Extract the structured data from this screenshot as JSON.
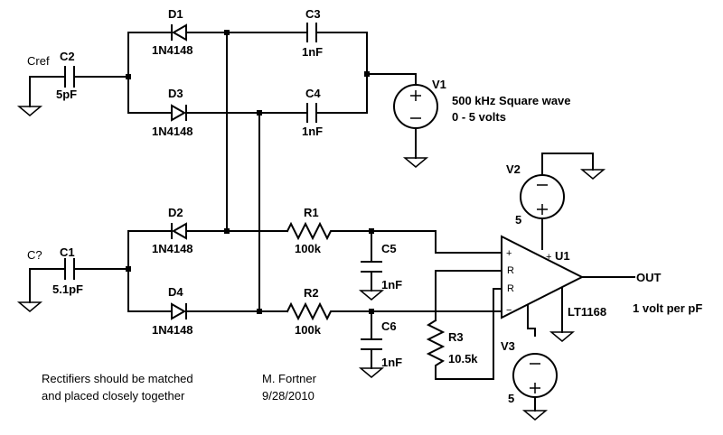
{
  "components": {
    "d1": {
      "ref": "D1",
      "value": "1N4148"
    },
    "d2": {
      "ref": "D2",
      "value": "1N4148"
    },
    "d3": {
      "ref": "D3",
      "value": "1N4148"
    },
    "d4": {
      "ref": "D4",
      "value": "1N4148"
    },
    "c1": {
      "ref": "C1",
      "value": "5.1pF"
    },
    "c2": {
      "ref": "C2",
      "value": "5pF"
    },
    "c3": {
      "ref": "C3",
      "value": "1nF"
    },
    "c4": {
      "ref": "C4",
      "value": "1nF"
    },
    "c5": {
      "ref": "C5",
      "value": "1nF"
    },
    "c6": {
      "ref": "C6",
      "value": "1nF"
    },
    "r1": {
      "ref": "R1",
      "value": "100k"
    },
    "r2": {
      "ref": "R2",
      "value": "100k"
    },
    "r3": {
      "ref": "R3",
      "value": "10.5k"
    },
    "v1": {
      "ref": "V1",
      "line1": "500 kHz Square wave",
      "line2": "0 - 5 volts"
    },
    "v2": {
      "ref": "V2",
      "value": "5"
    },
    "v3": {
      "ref": "V3",
      "value": "5"
    },
    "u1": {
      "ref": "U1",
      "value": "LT1168",
      "pin_plus": "+",
      "pin_minus": "−",
      "pin_r1": "R",
      "pin_r2": "R",
      "supply_plus": "+"
    }
  },
  "labels": {
    "cref": "Cref",
    "cunknown": "C?",
    "out": "OUT",
    "out_scale": "1 volt per pF",
    "note_line1": "Rectifiers should be matched",
    "note_line2": "and placed closely together",
    "author": "M. Fortner",
    "date": "9/28/2010"
  }
}
